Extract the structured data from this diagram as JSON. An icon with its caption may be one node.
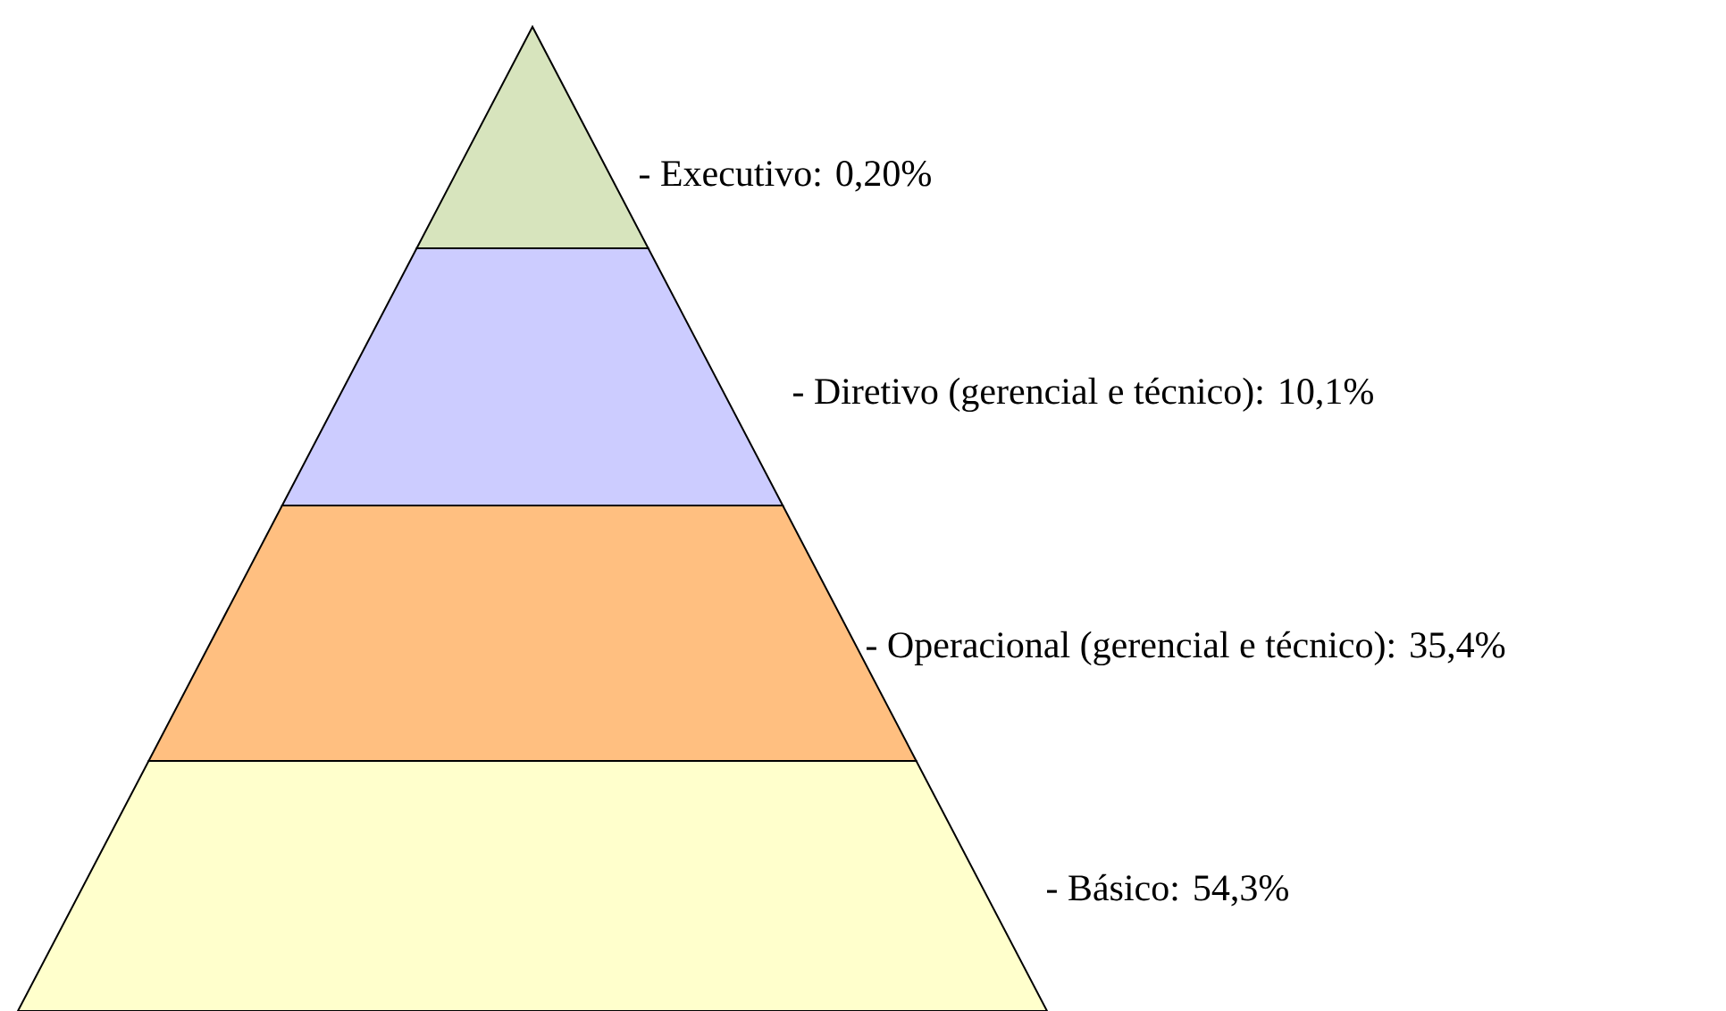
{
  "diagram": {
    "nodes": [
      {
        "text": [],
        "shape": "triangle",
        "beside": [
          "- Executivo: 0,20%"
        ]
      },
      {
        "text": [],
        "shape": "trapezoid",
        "beside": [
          "- Diretivo (gerencial e técnico): 10,1%"
        ]
      },
      {
        "text": [],
        "shape": "trapezoid",
        "beside": [
          "- Operacional (gerencial e técnico): 35,4%"
        ]
      },
      {
        "text": [],
        "shape": "trapezoid",
        "beside": [
          "- Básico: 54,3%"
        ]
      }
    ]
  }
}
